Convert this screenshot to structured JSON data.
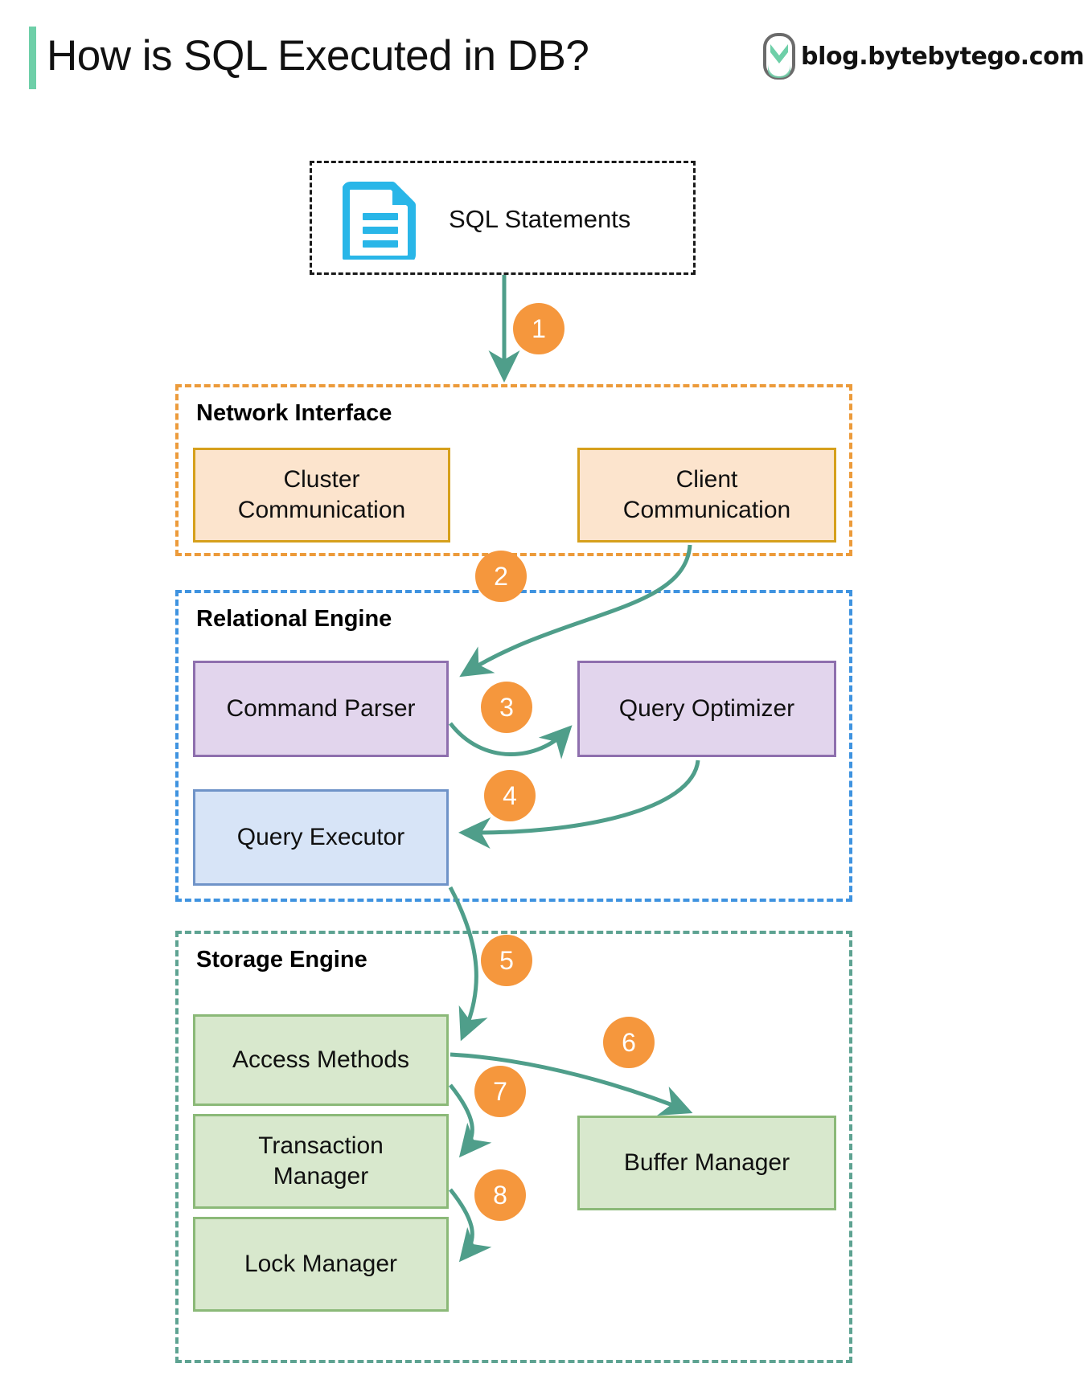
{
  "header": {
    "title": "How is SQL Executed in DB?",
    "brand_text": "blog.bytebytego.com",
    "brand_logo_name": "bytebytego-logo",
    "accent_color": "#6ecfa8"
  },
  "colors": {
    "arrow": "#4f9e8a",
    "step_badge": "#f5973d",
    "network_border": "#ec9b3b",
    "network_fill": "#fce4cd",
    "relational_border": "#3f93e0",
    "purple_fill": "#e2d5ed",
    "blue_fill": "#d7e4f7",
    "storage_border": "#5ea392",
    "green_fill": "#d8e8cd",
    "sql_icon": "#29b6e8"
  },
  "input": {
    "label": "SQL Statements",
    "icon": "document-icon"
  },
  "groups": [
    {
      "id": "network-interface",
      "title": "Network Interface",
      "nodes": [
        {
          "id": "cluster-communication",
          "label": "Cluster\nCommunication"
        },
        {
          "id": "client-communication",
          "label": "Client\nCommunication"
        }
      ]
    },
    {
      "id": "relational-engine",
      "title": "Relational Engine",
      "nodes": [
        {
          "id": "command-parser",
          "label": "Command Parser"
        },
        {
          "id": "query-optimizer",
          "label": "Query Optimizer"
        },
        {
          "id": "query-executor",
          "label": "Query Executor"
        }
      ]
    },
    {
      "id": "storage-engine",
      "title": "Storage Engine",
      "nodes": [
        {
          "id": "access-methods",
          "label": "Access Methods"
        },
        {
          "id": "transaction-manager",
          "label": "Transaction\nManager"
        },
        {
          "id": "lock-manager",
          "label": "Lock Manager"
        },
        {
          "id": "buffer-manager",
          "label": "Buffer Manager"
        }
      ]
    }
  ],
  "node_labels": {
    "cluster_communication_l1": "Cluster",
    "cluster_communication_l2": "Communication",
    "client_communication_l1": "Client",
    "client_communication_l2": "Communication",
    "command_parser": "Command Parser",
    "query_optimizer": "Query Optimizer",
    "query_executor": "Query Executor",
    "access_methods": "Access Methods",
    "transaction_manager_l1": "Transaction",
    "transaction_manager_l2": "Manager",
    "lock_manager": "Lock Manager",
    "buffer_manager": "Buffer Manager"
  },
  "group_titles": {
    "network": "Network Interface",
    "relational": "Relational Engine",
    "storage": "Storage Engine"
  },
  "steps": [
    {
      "n": "1",
      "from": "sql-statements",
      "to": "network-interface"
    },
    {
      "n": "2",
      "from": "client-communication",
      "to": "command-parser"
    },
    {
      "n": "3",
      "from": "command-parser",
      "to": "query-optimizer"
    },
    {
      "n": "4",
      "from": "query-optimizer",
      "to": "query-executor"
    },
    {
      "n": "5",
      "from": "query-executor",
      "to": "access-methods"
    },
    {
      "n": "6",
      "from": "access-methods",
      "to": "buffer-manager"
    },
    {
      "n": "7",
      "from": "access-methods",
      "to": "transaction-manager"
    },
    {
      "n": "8",
      "from": "transaction-manager",
      "to": "lock-manager"
    }
  ],
  "step_numbers": {
    "s1": "1",
    "s2": "2",
    "s3": "3",
    "s4": "4",
    "s5": "5",
    "s6": "6",
    "s7": "7",
    "s8": "8"
  }
}
